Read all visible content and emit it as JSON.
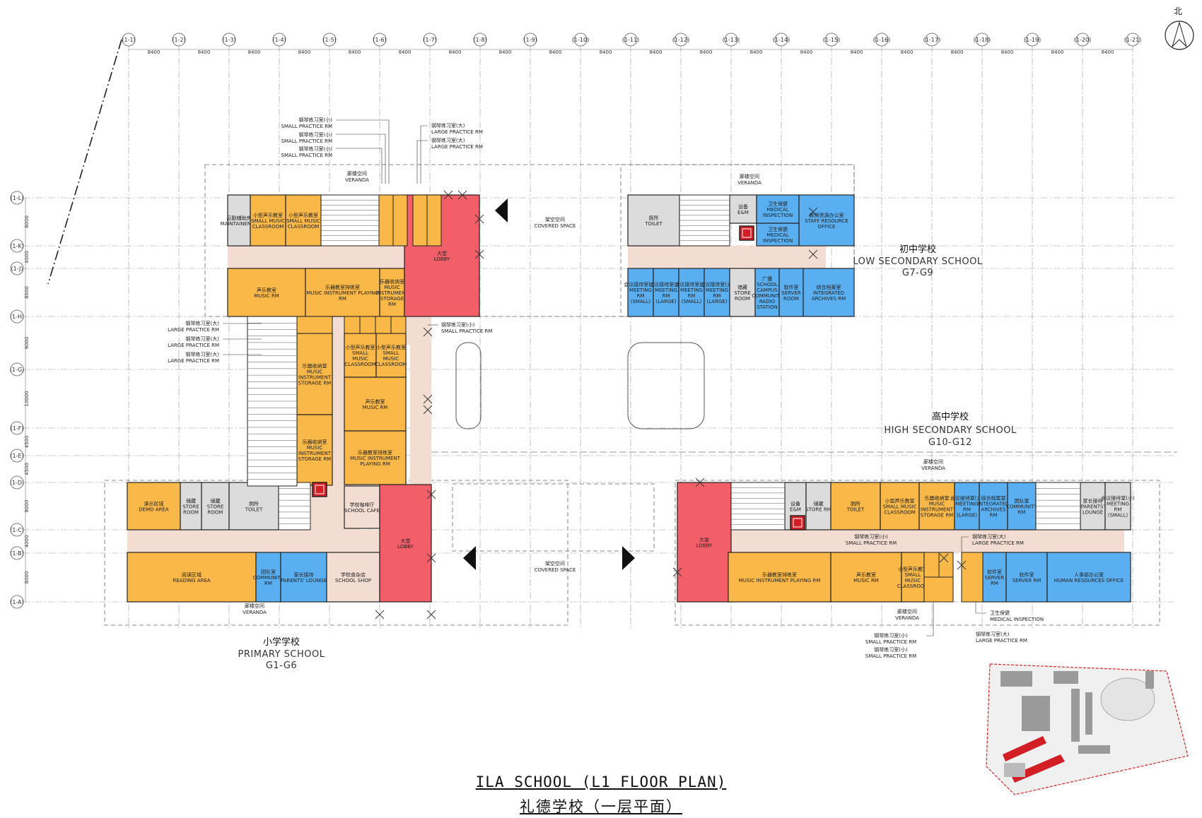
{
  "colors": {
    "music": "#f9b847",
    "office": "#5aaff0",
    "lobby": "#f35f69",
    "service": "#dcdcdc",
    "corridor": "#f3ddd2",
    "wall": "#222222",
    "grid": "#9a9a9a",
    "stair": "#ffffff"
  },
  "north_label": "北",
  "column_grid": [
    "(1-1)",
    "(1-2)",
    "(1-3)",
    "(1-4)",
    "(1-5)",
    "(1-6)",
    "(1-7)",
    "(1-8)",
    "(1-9)",
    "(1-10)",
    "(1-11)",
    "(1-12)",
    "(1-13)",
    "(1-14)",
    "(1-15)",
    "(1-16)",
    "(1-17)",
    "(1-18)",
    "(1-19)",
    "(1-20)",
    "(1-21)"
  ],
  "column_dim": "8400",
  "row_grid": [
    {
      "label": "(1-L)",
      "dim": "8000"
    },
    {
      "label": "(1-K)",
      "dim": "4000"
    },
    {
      "label": "(1-J)",
      "dim": "8000"
    },
    {
      "label": "(1-H)",
      "dim": "9000"
    },
    {
      "label": "(1-G)",
      "dim": "10000"
    },
    {
      "label": "(1-F)",
      "dim": "4500"
    },
    {
      "label": "(1-E)",
      "dim": "4500"
    },
    {
      "label": "(1-D)",
      "dim": "8000"
    },
    {
      "label": "(1-C)",
      "dim": "4000"
    },
    {
      "label": "(1-B)",
      "dim": "8000"
    },
    {
      "label": "(1-A)",
      "dim": ""
    }
  ],
  "schools": {
    "primary": {
      "cn": "小学学校",
      "en": "PRIMARY SCHOOL",
      "grades": "G1-G6"
    },
    "low": {
      "cn": "初中学校",
      "en": "LOW SECONDARY SCHOOL",
      "grades": "G7-G9"
    },
    "high": {
      "cn": "高中学校",
      "en": "HIGH SECONDARY SCHOOL",
      "grades": "G10-G12"
    }
  },
  "rooms": [
    {
      "type": "service",
      "cn": "后勤辅助房",
      "en": "MAINTAINENCE"
    },
    {
      "type": "music",
      "cn": "小型声乐教室",
      "en": "SMALL MUSIC CLASSROOM"
    },
    {
      "type": "music",
      "cn": "小型声乐教室",
      "en": "SMALL MUSIC CLASSROOM"
    },
    {
      "type": "music",
      "cn": "声乐教室",
      "en": "MUSIC RM"
    },
    {
      "type": "music",
      "cn": "乐器教室排练室",
      "en": "MUSIC INSTRUMENT PLAYING RM"
    },
    {
      "type": "music",
      "cn": "乐器收纳室",
      "en": "MUSIC INSTRUMENT STORAGE RM"
    },
    {
      "type": "lobby",
      "cn": "大堂",
      "en": "LOBBY"
    },
    {
      "type": "music",
      "cn": "小型声乐教室",
      "en": "SMALL MUSIC CLASSROOM"
    },
    {
      "type": "music",
      "cn": "小型声乐教室",
      "en": "SMALL MUSIC CLASSROOM"
    },
    {
      "type": "music",
      "cn": "乐器收纳室",
      "en": "MUSIC INSTRUMENT STORAGE RM"
    },
    {
      "type": "music",
      "cn": "声乐教室",
      "en": "MUSIC RM"
    },
    {
      "type": "music",
      "cn": "乐器收纳室",
      "en": "MUSIC INSTRUMENT STORAGE RM"
    },
    {
      "type": "music",
      "cn": "乐器教室排练室",
      "en": "MUSIC INSTRUMENT PLAYING RM"
    },
    {
      "type": "music",
      "cn": "演示区域",
      "en": "DEMO AREA"
    },
    {
      "type": "service",
      "cn": "储藏",
      "en": "STORE ROOM"
    },
    {
      "type": "service",
      "cn": "储藏",
      "en": "STORE ROOM"
    },
    {
      "type": "service",
      "cn": "厕所",
      "en": "TOILET"
    },
    {
      "type": "corridor",
      "cn": "学校咖啡厅",
      "en": "SCHOOL CAFE"
    },
    {
      "type": "music",
      "cn": "阅读区域",
      "en": "READING AREA"
    },
    {
      "type": "office",
      "cn": "团队室",
      "en": "COMMUNITY RM"
    },
    {
      "type": "office",
      "cn": "家长接待",
      "en": "PARENTS' LOUNGE"
    },
    {
      "type": "corridor",
      "cn": "学校食杂店",
      "en": "SCHOOL SHOP"
    },
    {
      "type": "lobby",
      "cn": "大堂",
      "en": "LOBBY"
    },
    {
      "type": "service",
      "cn": "厕所",
      "en": "TOILET"
    },
    {
      "type": "service",
      "cn": "设备",
      "en": "E&M"
    },
    {
      "type": "office",
      "cn": "卫生保健",
      "en": "MEDICAL INSPECTION"
    },
    {
      "type": "office",
      "cn": "教师资源办公室",
      "en": "STAFF RESOURCE OFFICE"
    },
    {
      "type": "office",
      "cn": "卫生保健",
      "en": "MEDICAL INSPECTION"
    },
    {
      "type": "office",
      "cn": "会议接待室(小)",
      "en": "MEETING RM (SMALL)"
    },
    {
      "type": "office",
      "cn": "会议接待室(大)",
      "en": "MEETING RM (LARGE)"
    },
    {
      "type": "office",
      "cn": "会议接待室(小)",
      "en": "MEETING RM (SMALL)"
    },
    {
      "type": "office",
      "cn": "会议接待室(大)",
      "en": "MEETING RM (LARGE)"
    },
    {
      "type": "service",
      "cn": "储藏",
      "en": "STORE ROOM"
    },
    {
      "type": "office",
      "cn": "广播",
      "en": "SCHOOL CAMPUS COMMUNITY RADIO STATION"
    },
    {
      "type": "office",
      "cn": "软件室",
      "en": "SERVER ROOM"
    },
    {
      "type": "office",
      "cn": "综合档案室",
      "en": "INTEGRATED ARCHIVES RM"
    },
    {
      "type": "lobby",
      "cn": "大堂",
      "en": "LOBBY"
    },
    {
      "type": "service",
      "cn": "设备",
      "en": "E&M"
    },
    {
      "type": "service",
      "cn": "储藏",
      "en": "STORE RM"
    },
    {
      "type": "music",
      "cn": "厕所",
      "en": "TOILET"
    },
    {
      "type": "music",
      "cn": "小型声乐教室",
      "en": "SMALL MUSIC CLASSROOM"
    },
    {
      "type": "music",
      "cn": "乐器收纳室",
      "en": "MUSIC INSTRUMENT STORAGE RM"
    },
    {
      "type": "office",
      "cn": "会议接待室(大)",
      "en": "MEETING RM (LARGE)"
    },
    {
      "type": "office",
      "cn": "综合档案室",
      "en": "INTEGRATED ARCHIVES RM"
    },
    {
      "type": "office",
      "cn": "团队室",
      "en": "COMMUNITY RM"
    },
    {
      "type": "service",
      "cn": "家长接待",
      "en": "PARENTS' LOUNGE"
    },
    {
      "type": "service",
      "cn": "会议接待室(小)",
      "en": "MEETING RM (SMALL)"
    },
    {
      "type": "music",
      "cn": "乐器教室排练室",
      "en": "MUSIC INSTRUMENT PLAYING RM"
    },
    {
      "type": "music",
      "cn": "声乐教室",
      "en": "MUSIC RM"
    },
    {
      "type": "music",
      "cn": "小型声乐教室",
      "en": "SMALL MUSIC CLASSROOM"
    },
    {
      "type": "office",
      "cn": "软件室",
      "en": "SERVER RM"
    },
    {
      "type": "office",
      "cn": "软件室",
      "en": "SERVER RM"
    },
    {
      "type": "office",
      "cn": "人事部办公室",
      "en": "HUMAN RESOURCES OFFICE"
    }
  ],
  "annotations": [
    {
      "cn": "钢琴练习室(小)",
      "en": "SMALL PRACTICE RM"
    },
    {
      "cn": "钢琴练习室(小)",
      "en": "SMALL PRACTICE RM"
    },
    {
      "cn": "钢琴练习室(小)",
      "en": "SMALL PRACTICE RM"
    },
    {
      "cn": "钢琴练习室(大)",
      "en": "LARGE PRACTICE RM"
    },
    {
      "cn": "钢琴练习室(大)",
      "en": "LARGE PRACTICE RM"
    },
    {
      "cn": "廊楼空间",
      "en": "VERANDA"
    },
    {
      "cn": "架空空间",
      "en": "COVERED SPACE"
    },
    {
      "cn": "廊楼空间",
      "en": "VERANDA"
    },
    {
      "cn": "钢琴练习室(大)",
      "en": "LARGE PRACTICE RM"
    },
    {
      "cn": "钢琴练习室(大)",
      "en": "LARGE PRACTICE RM"
    },
    {
      "cn": "钢琴练习室(大)",
      "en": "LARGE PRACTICE RM"
    },
    {
      "cn": "钢琴练习室(小)",
      "en": "SMALL PRACTICE RM"
    },
    {
      "cn": "廊楼空间",
      "en": "VERANDA"
    },
    {
      "cn": "架空空间",
      "en": "COVERED SPACE"
    },
    {
      "cn": "廊楼空间",
      "en": "VERANDA"
    },
    {
      "cn": "钢琴练习室(小)",
      "en": "SMALL PRACTICE RM"
    },
    {
      "cn": "钢琴练习室(大)",
      "en": "LARGE PRACTICE RM"
    },
    {
      "cn": "廊楼空间",
      "en": "VERANDA"
    },
    {
      "cn": "卫生保健",
      "en": "MEDICAL INSPECTION"
    },
    {
      "cn": "钢琴练习室(小)",
      "en": "SMALL PRACTICE RM"
    },
    {
      "cn": "钢琴练习室(小)",
      "en": "SMALL PRACTICE RM"
    },
    {
      "cn": "钢琴练习室(大)",
      "en": "LARGE PRACTICE RM"
    }
  ],
  "title": {
    "en": "ILA SCHOOL (L1 FLOOR PLAN)",
    "cn": "礼德学校（一层平面）"
  }
}
